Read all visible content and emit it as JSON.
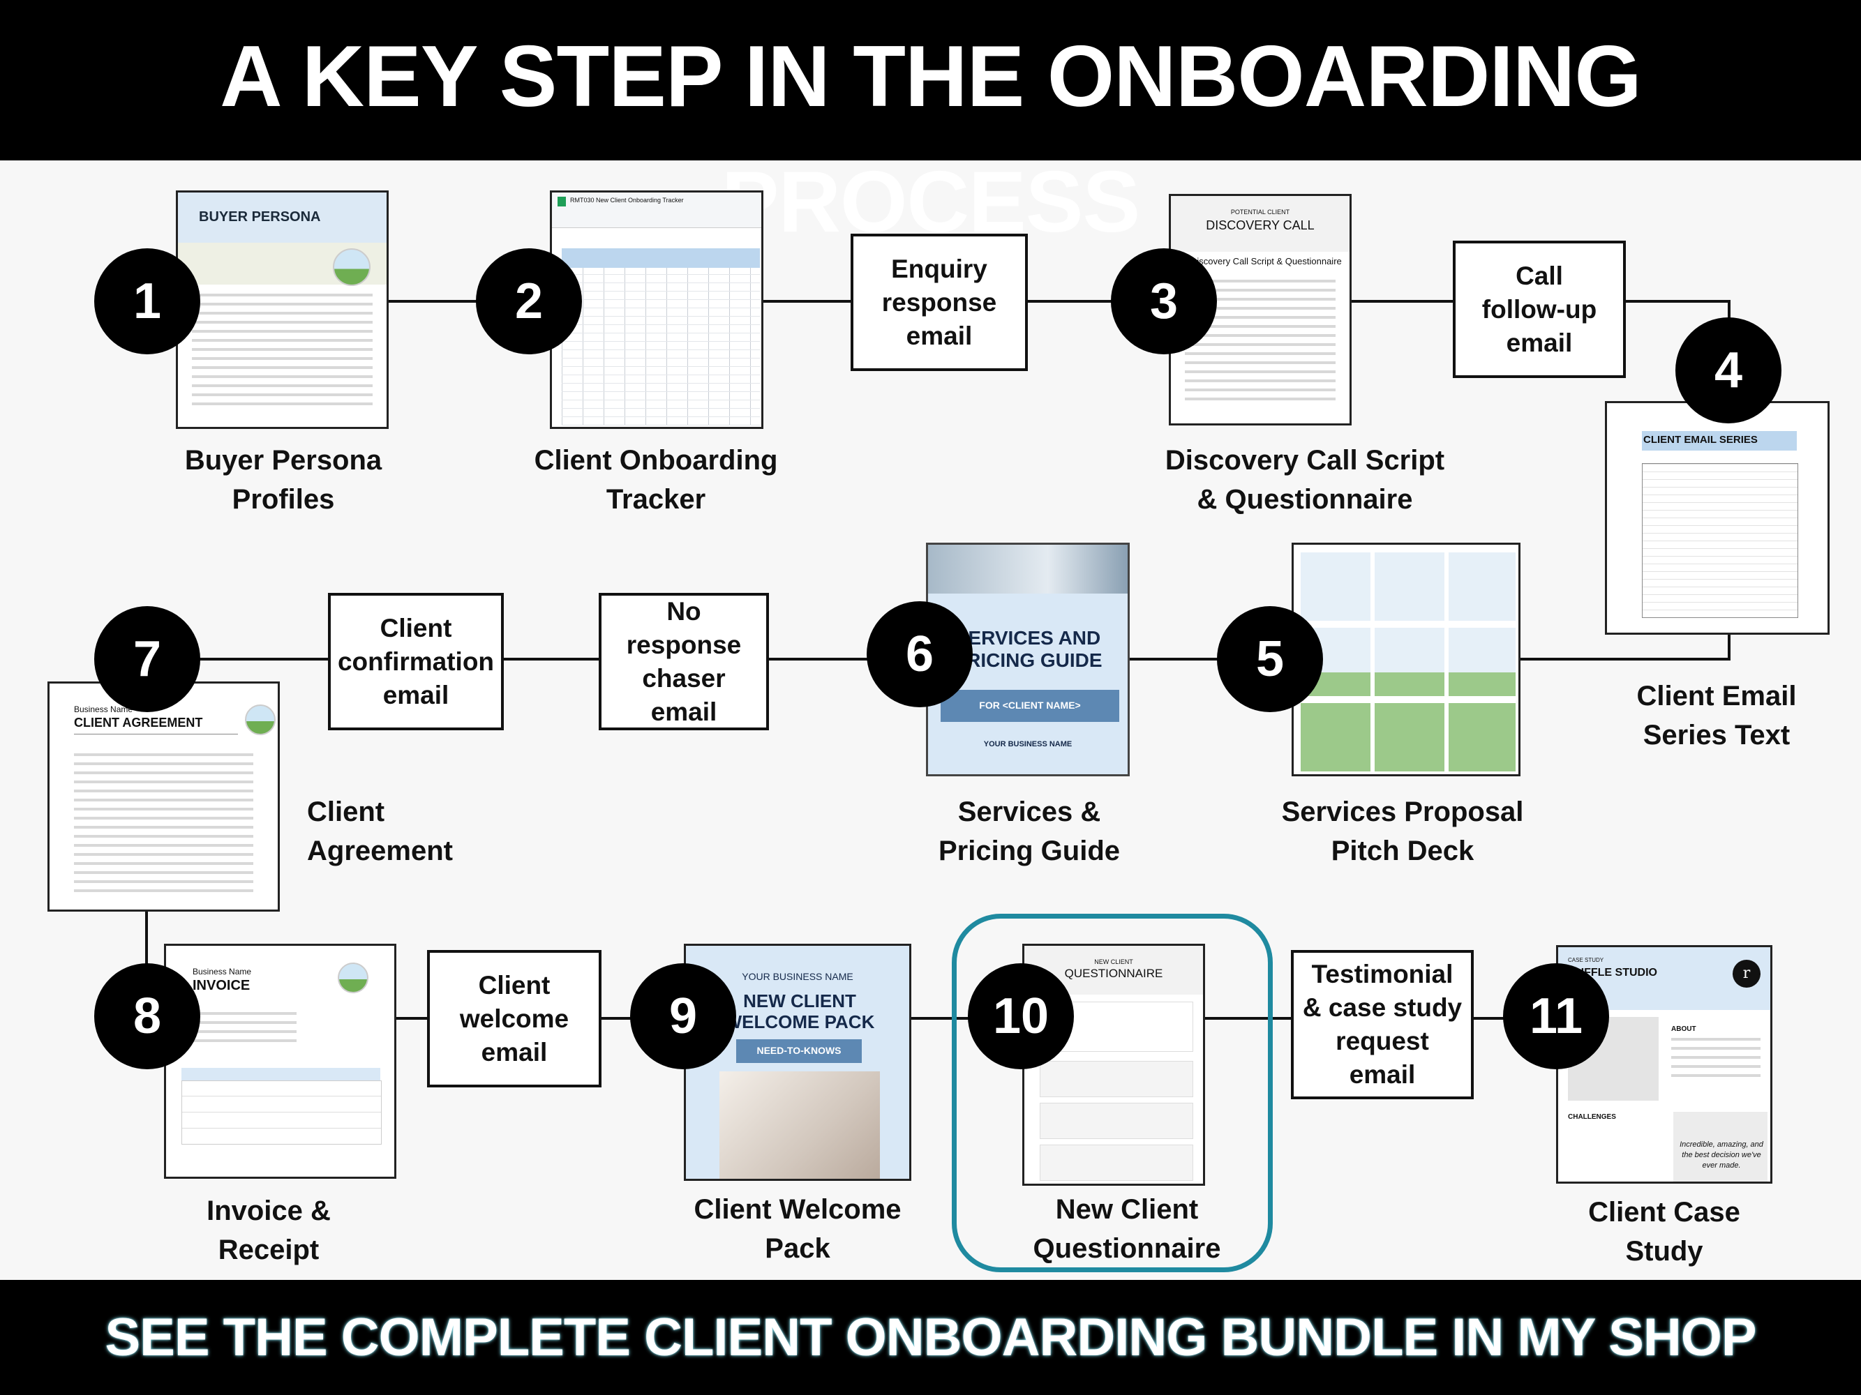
{
  "title": "A KEY STEP IN THE ONBOARDING PROCESS",
  "footer": "SEE THE COMPLETE CLIENT ONBOARDING BUNDLE  IN MY SHOP",
  "colors": {
    "highlight": "#1f8aa0",
    "dark": "#000000"
  },
  "steps": [
    {
      "num": "1",
      "label_line1": "Buyer Persona",
      "label_line2": "Profiles"
    },
    {
      "num": "2",
      "label_line1": "Client Onboarding",
      "label_line2": "Tracker"
    },
    {
      "num": "3",
      "label_line1": "Discovery Call Script",
      "label_line2": "& Questionnaire"
    },
    {
      "num": "4",
      "label_line1": "Client Email",
      "label_line2": "Series Text"
    },
    {
      "num": "5",
      "label_line1": "Services Proposal",
      "label_line2": "Pitch Deck"
    },
    {
      "num": "6",
      "label_line1": "Services &",
      "label_line2": "Pricing Guide"
    },
    {
      "num": "7",
      "label_line1": "Client",
      "label_line2": "Agreement"
    },
    {
      "num": "8",
      "label_line1": "Invoice &",
      "label_line2": "Receipt"
    },
    {
      "num": "9",
      "label_line1": "Client Welcome",
      "label_line2": "Pack"
    },
    {
      "num": "10",
      "label_line1": "New Client",
      "label_line2": "Questionnaire"
    },
    {
      "num": "11",
      "label_line1": "Client Case",
      "label_line2": "Study"
    }
  ],
  "emails": {
    "enquiry": [
      "Enquiry",
      "response",
      "email"
    ],
    "followup": [
      "Call",
      "follow-up",
      "email"
    ],
    "noresponse": [
      "No response",
      "chaser",
      "email"
    ],
    "confirmation": [
      "Client",
      "confirmation",
      "email"
    ],
    "welcome": [
      "Client",
      "welcome",
      "email"
    ],
    "testimonial": [
      "Testimonial",
      "& case study",
      "request",
      "email"
    ]
  },
  "docs": {
    "persona": "BUYER PERSONA",
    "tracker": "RMT030 New Client Onboarding Tracker",
    "discovery_kicker": "POTENTIAL CLIENT",
    "discovery": "DISCOVERY CALL",
    "discovery_sub": "Discovery Call Script & Questionnaire",
    "email_series": "CLIENT EMAIL SERIES",
    "services_title": "SERVICES AND PRICING GUIDE",
    "services_for": "FOR <CLIENT NAME>",
    "services_biz": "YOUR BUSINESS NAME",
    "agreement_biz": "Business Name",
    "agreement": "CLIENT AGREEMENT",
    "invoice_biz": "Business Name",
    "invoice": "INVOICE",
    "welcome_biz": "YOUR BUSINESS NAME",
    "welcome_title": "NEW CLIENT WELCOME PACK",
    "welcome_tag": "NEED-TO-KNOWS",
    "questionnaire_kicker": "NEW CLIENT",
    "questionnaire": "QUESTIONNAIRE",
    "case_kicker": "CASE STUDY",
    "case_title": "RUFFLE STUDIO",
    "case_about": "ABOUT",
    "case_challenges": "CHALLENGES",
    "case_quote": "Incredible, amazing, and the best decision we've ever made."
  }
}
